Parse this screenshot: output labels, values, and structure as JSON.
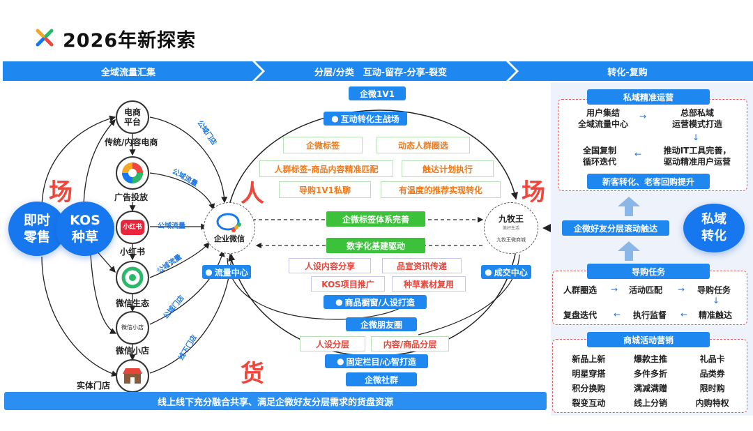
{
  "title": "2026年新探索",
  "banner": [
    "全域流量汇集",
    "分层/分类　互动-留存-分享-裂变",
    "转化-复购"
  ],
  "colors": {
    "primary": "#1677ee",
    "accent_red": "#f0463c",
    "green": "#3cc23a",
    "orange": "#f07a1a"
  },
  "left": {
    "circle_retail": [
      "即时",
      "零售"
    ],
    "circle_kos": [
      "KOS",
      "种草"
    ],
    "big_char_field": "场",
    "channels": [
      {
        "inner": [
          "电商",
          "平台"
        ],
        "label": "传统/内容电商",
        "icon": "ecommerce-icon"
      },
      {
        "inner": [],
        "label": "广告投放",
        "icon": "ad-aperture-icon"
      },
      {
        "inner": [
          "小红书"
        ],
        "label": "小红书",
        "icon": "xiaohongshu-icon"
      },
      {
        "inner": [],
        "label": "微信生态",
        "icon": "wechat-ecosystem-icon"
      },
      {
        "inner": [
          "微信小店"
        ],
        "label": "微信小店",
        "icon": "wechat-store-icon"
      },
      {
        "inner": [],
        "label": "实体门店",
        "icon": "physical-store-icon"
      }
    ],
    "arrow_labels": [
      "公域门店",
      "公域流量",
      "公域流量",
      "公域流量",
      "公域门店",
      "线下门店"
    ]
  },
  "center": {
    "wecom_label": "企业微信",
    "traffic_center": "流量中心",
    "deal_center": "成交中心",
    "big_char_people": "人",
    "big_char_goods": "货",
    "big_char_field_right": "场",
    "wecom_1v1": "企微1V1",
    "interact_main": "互动转化主战场",
    "top_pills": [
      "企微标签",
      "动态人群圈选",
      "人群标签-商品内容精准匹配",
      "触达计划执行",
      "导购1V1私聊",
      "有温度的推荐实现转化"
    ],
    "tag_system": "企微标签体系完善",
    "digital_driver": "数字化基建驱动",
    "mid_pills": [
      "人设内容分享",
      "品宣资讯传递",
      "KOS项目推广",
      "种草素材复用"
    ],
    "showcase": "商品橱窗/人设打造",
    "moments": "企微朋友圈",
    "bottom_pills": [
      "人设分层",
      "内容/商品分层"
    ],
    "fixed_column": "固定栏目/心智打造",
    "community": "企微社群",
    "store_brand": "九牧王",
    "store_sub": "九牧王微商城",
    "store_sub2": "美好生活"
  },
  "bottom_band": "线上线下充分融合共享、满足企微好友分层需求的货盘资源",
  "right": {
    "private_ops_head": "私域精准运营",
    "ops_items": [
      "用户集结",
      "全域流量中心",
      "总部私域",
      "运营模式打造",
      "全国复制",
      "循环迭代",
      "推动IT工具完善，",
      "驱动精准用户运营"
    ],
    "new_old": "新客转化、老客回购提升",
    "layered_touch": "企微好友分层滚动触达",
    "private_conv": [
      "私域",
      "转化"
    ],
    "guide_head": "导购任务",
    "guide_items": [
      "人群圈选",
      "活动匹配",
      "导购任务",
      "复盘迭代",
      "执行监督",
      "精准触达"
    ],
    "mall_head": "商城活动营销",
    "mall_items": [
      "新品上新",
      "爆款主推",
      "礼品卡",
      "明星穿搭",
      "多件多折",
      "品类券",
      "积分换购",
      "满减满赠",
      "限时购",
      "裂变互动",
      "线上分销",
      "内购特权"
    ]
  }
}
